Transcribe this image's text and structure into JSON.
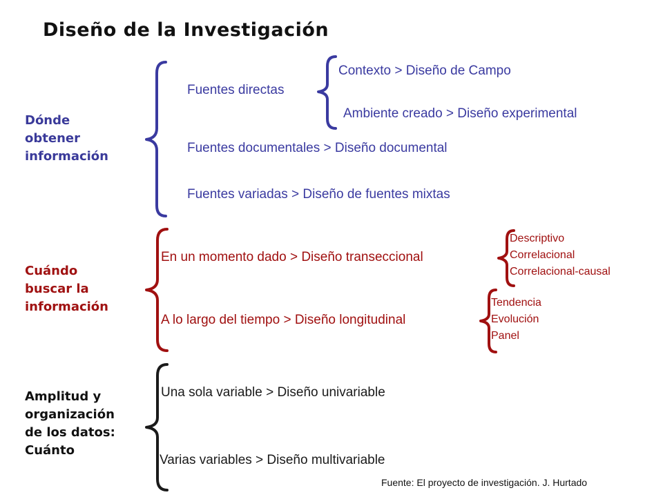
{
  "title": "Diseño de la Investigación",
  "colors": {
    "blue": "#3a3aa0",
    "red": "#a01010",
    "black": "#1a1a1a"
  },
  "sections": {
    "donde": {
      "label": [
        "Dónde",
        "obtener",
        "información"
      ],
      "directas": {
        "label": "Fuentes directas",
        "sub": [
          "Contexto > Diseño de Campo",
          "Ambiente creado > Diseño experimental"
        ]
      },
      "documentales": "Fuentes documentales > Diseño documental",
      "variadas": "Fuentes variadas > Diseño de fuentes mixtas"
    },
    "cuando": {
      "label": [
        "Cuándo",
        "buscar la",
        "información"
      ],
      "transeccional": {
        "label": "En un momento dado > Diseño transeccional",
        "sub": [
          "Descriptivo",
          "Correlacional",
          "Correlacional-causal"
        ]
      },
      "longitudinal": {
        "label": "A lo largo del tiempo > Diseño longitudinal",
        "sub": [
          "Tendencia",
          "Evolución",
          "Panel"
        ]
      }
    },
    "cuanto": {
      "label": [
        "Amplitud y",
        "organización",
        "de los datos:",
        "Cuánto"
      ],
      "univariable": "Una sola variable > Diseño univariable",
      "multivariable": "Varias variables > Diseño multivariable"
    }
  },
  "source": "Fuente: El proyecto de investigación. J. Hurtado"
}
